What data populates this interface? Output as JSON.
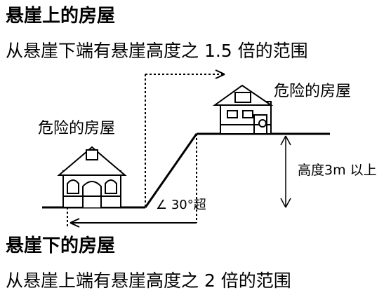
{
  "texts": {
    "title_top": "悬崖上的房屋",
    "desc_top": "从悬崖下端有悬崖高度之 1.5 倍的范围",
    "house_label_right": "危险的房屋",
    "house_label_left": "危险的房屋",
    "height_label": "高度3m 以上",
    "angle_label": "∠ 30°超",
    "title_bottom": "悬崖下的房屋",
    "desc_bottom": "从悬崖上端有悬崖高度之 2 倍的范围"
  },
  "icons": {
    "house_top": "house-icon",
    "house_bottom": "house-icon"
  }
}
